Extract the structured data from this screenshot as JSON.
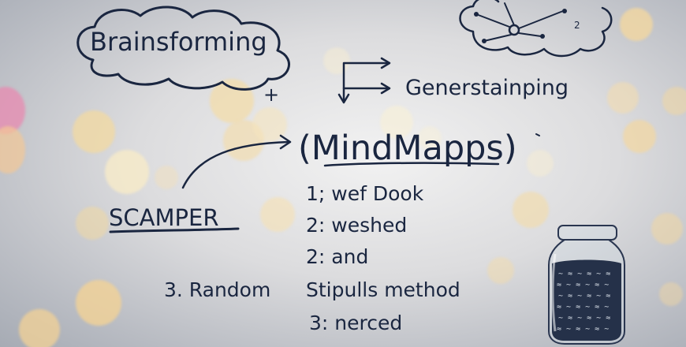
{
  "labels": {
    "brainstorming": "Brainsforming",
    "plus": "+",
    "generating": "Generstainping",
    "mind_maps": "(MindMapps)",
    "scamper": "SCAMPER",
    "item_1": "1; wef Dook",
    "item_2": "2: weshed",
    "item_3": "2: and",
    "random": "3. Random",
    "stimulus": "Stipulls method",
    "item_5": "3: nerced",
    "cloud_digit": "2"
  },
  "colors": {
    "ink": "#1a2640",
    "bokeh_warm": "#f3d9a0",
    "bokeh_pink": "#e88ab0"
  }
}
